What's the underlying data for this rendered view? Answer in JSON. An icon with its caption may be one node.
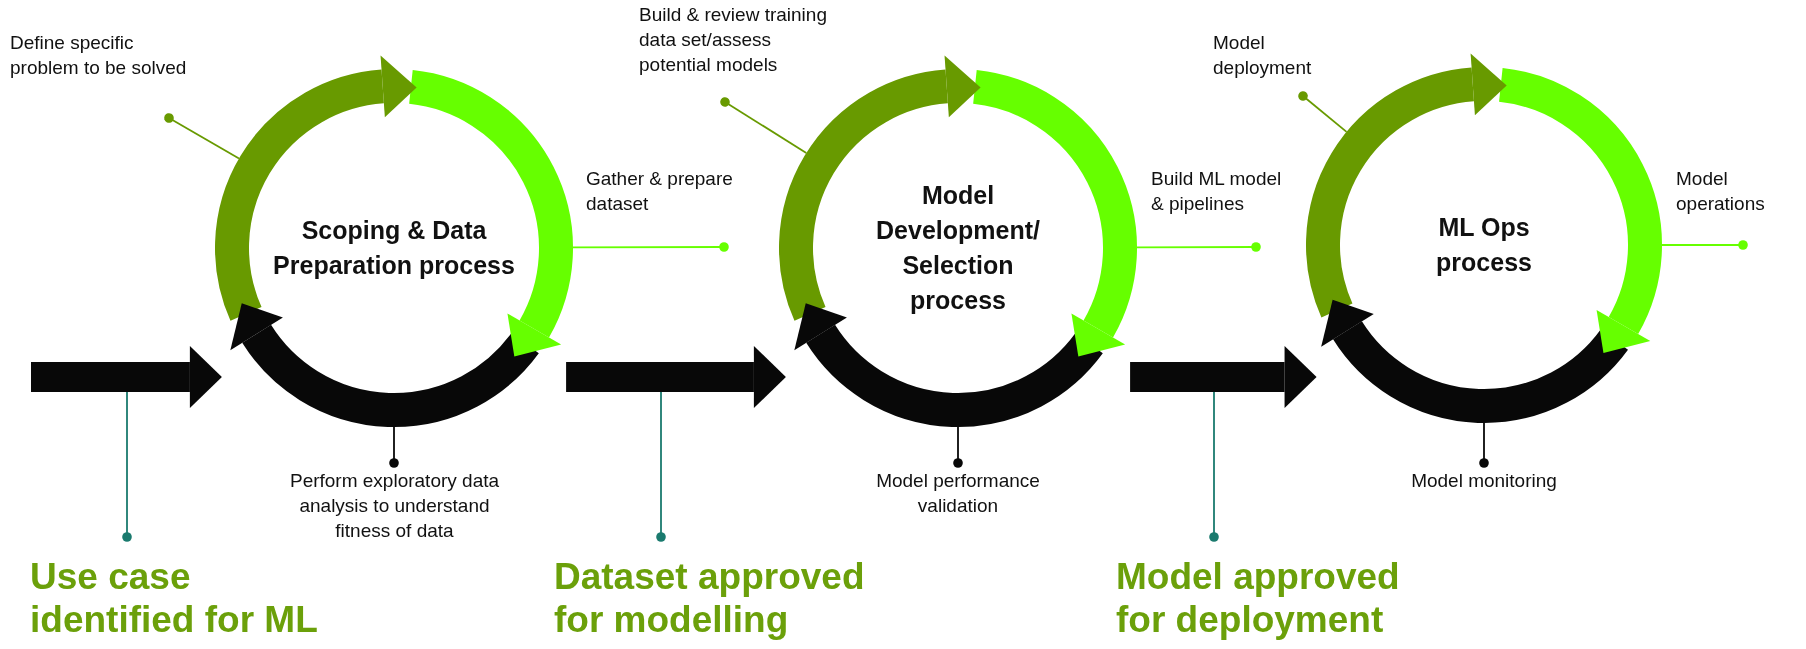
{
  "diagram": {
    "nodes": [
      {
        "text": [
          "Scoping & Data Preparation process"
        ]
      },
      {
        "text": [
          "Define specific problem to be solved"
        ]
      },
      {
        "text": [
          "Gather & prepare dataset"
        ]
      },
      {
        "text": [
          "Perform exploratory data analysis to understand fitness of data"
        ]
      },
      {
        "text": [
          "Use case identified for ML"
        ]
      },
      {
        "text": [
          "Model Development/ Selection process"
        ]
      },
      {
        "text": [
          "Build & review training data set/assess potential models"
        ]
      },
      {
        "text": [
          "Build ML model & pipelines"
        ]
      },
      {
        "text": [
          "Model performance validation"
        ]
      },
      {
        "text": [
          "Dataset approved for modelling"
        ]
      },
      {
        "text": [
          "ML Ops process"
        ]
      },
      {
        "text": [
          "Model deployment"
        ]
      },
      {
        "text": [
          "Model operations"
        ]
      },
      {
        "text": [
          "Model monitoring"
        ]
      },
      {
        "text": [
          "Model approved for deployment"
        ]
      }
    ],
    "edges": [
      {
        "from": null,
        "to": 0,
        "arrow": "to",
        "style": "thick"
      },
      {
        "from": 0,
        "to": 5,
        "arrow": "to",
        "style": "thick"
      },
      {
        "from": 5,
        "to": 10,
        "arrow": "to",
        "style": "thick"
      },
      {
        "from": 1,
        "to": 0,
        "arrow": "other",
        "color": "#689a00"
      },
      {
        "from": 2,
        "to": 0,
        "arrow": "other",
        "color": "#66ff00"
      },
      {
        "from": 3,
        "to": 0,
        "arrow": "other"
      },
      {
        "from": 4,
        "to": null,
        "arrow": "other",
        "color": "#1a7a6e"
      },
      {
        "from": 6,
        "to": 5,
        "arrow": "other",
        "color": "#689a00"
      },
      {
        "from": 7,
        "to": 5,
        "arrow": "other",
        "color": "#66ff00"
      },
      {
        "from": 8,
        "to": 5,
        "arrow": "other"
      },
      {
        "from": 9,
        "to": null,
        "arrow": "other",
        "color": "#1a7a6e"
      },
      {
        "from": 11,
        "to": 10,
        "arrow": "other",
        "color": "#689a00"
      },
      {
        "from": 12,
        "to": 10,
        "arrow": "other",
        "color": "#66ff00"
      },
      {
        "from": 13,
        "to": 10,
        "arrow": "other"
      },
      {
        "from": 14,
        "to": null,
        "arrow": "other",
        "color": "#1a7a6e"
      }
    ]
  }
}
